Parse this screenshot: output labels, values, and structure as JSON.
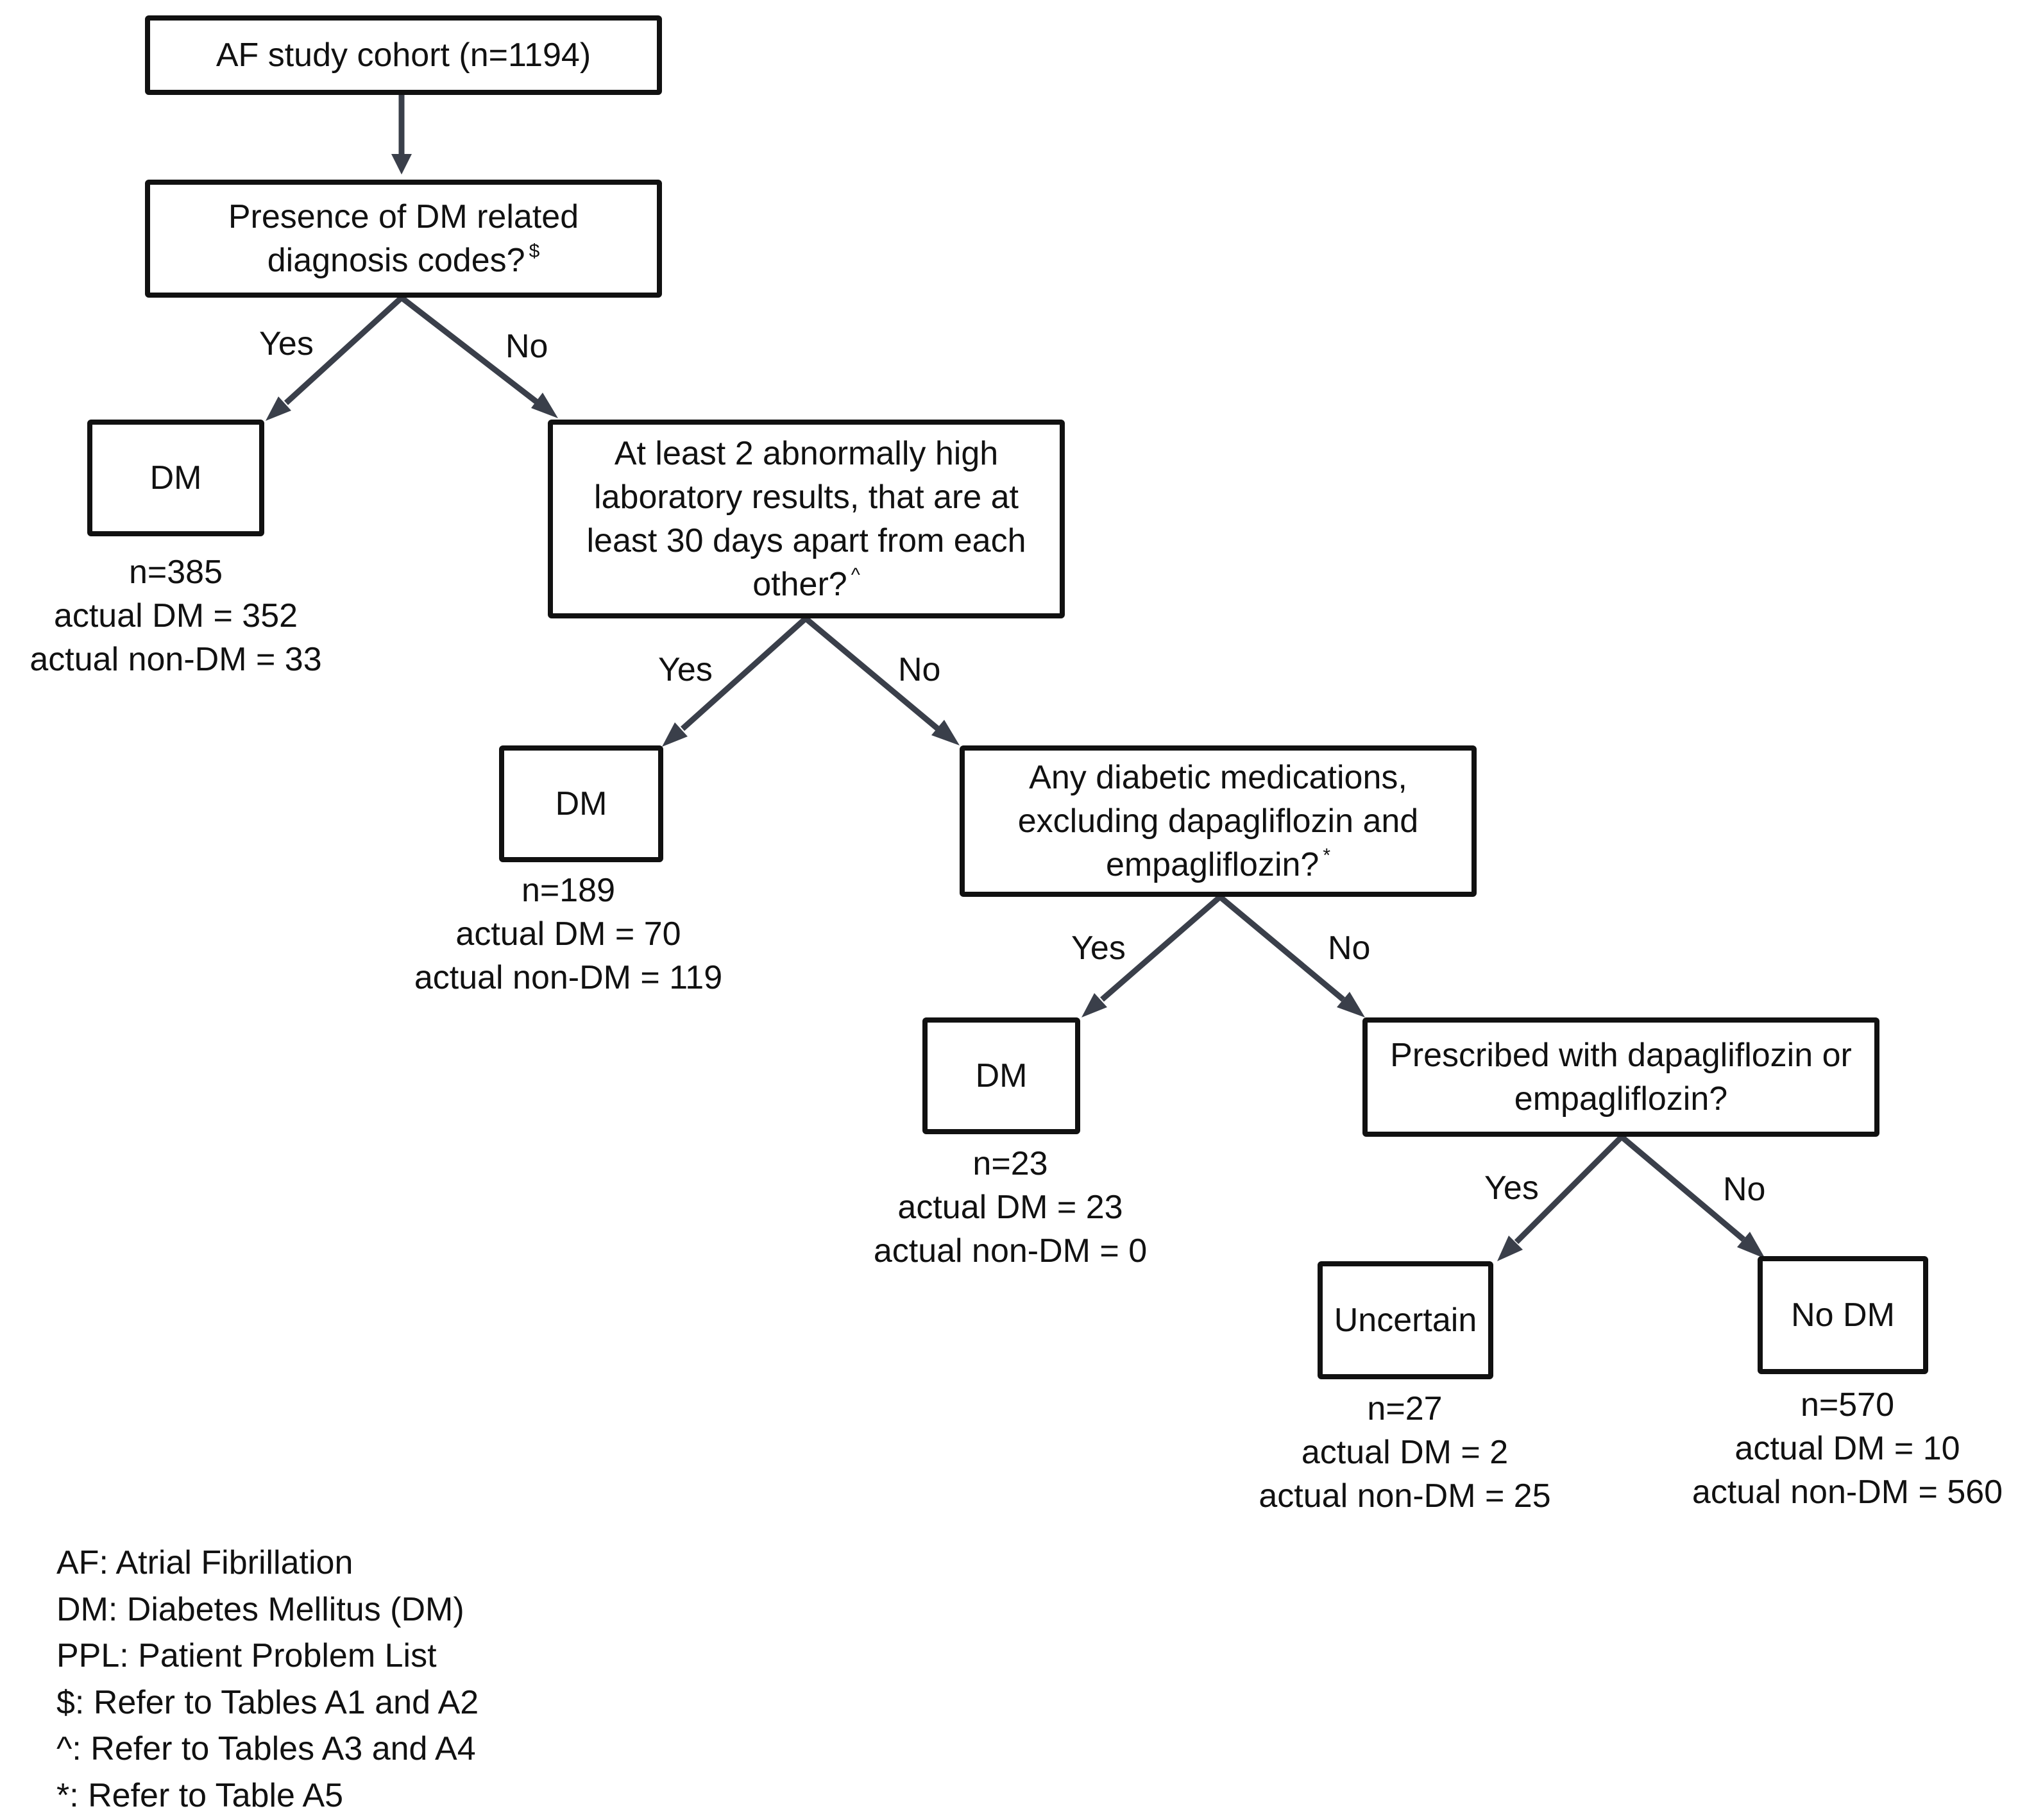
{
  "nodes": {
    "cohort": {
      "label": "AF study cohort (n=1194)"
    },
    "q1": {
      "label": "Presence of DM related diagnosis codes?",
      "mark": "$"
    },
    "q2": {
      "label": "At least 2 abnormally high laboratory results, that are at least 30 days apart from each other?",
      "mark": "^"
    },
    "q3": {
      "label": "Any diabetic medications, excluding dapagliflozin and empagliflozin?",
      "mark": "*"
    },
    "q4": {
      "label": "Prescribed with dapagliflozin or empagliflozin?"
    },
    "dm1": {
      "label": "DM",
      "n": "n=385",
      "actual_dm": "actual DM = 352",
      "actual_non_dm": "actual non-DM = 33"
    },
    "dm2": {
      "label": "DM",
      "n": "n=189",
      "actual_dm": "actual DM = 70",
      "actual_non_dm": "actual non-DM = 119"
    },
    "dm3": {
      "label": "DM",
      "n": "n=23",
      "actual_dm": "actual DM = 23",
      "actual_non_dm": "actual non-DM = 0"
    },
    "uncertain": {
      "label": "Uncertain",
      "n": "n=27",
      "actual_dm": "actual DM = 2",
      "actual_non_dm": "actual non-DM = 25"
    },
    "nodm": {
      "label": "No DM",
      "n": "n=570",
      "actual_dm": "actual DM = 10",
      "actual_non_dm": "actual non-DM = 560"
    }
  },
  "edges": {
    "yes": "Yes",
    "no": "No"
  },
  "legend": [
    "AF: Atrial Fibrillation",
    "DM: Diabetes Mellitus (DM)",
    "PPL: Patient Problem List",
    "$: Refer to Tables A1 and A2",
    "^: Refer to Tables A3 and A4",
    "*: Refer to Table A5"
  ],
  "colors": {
    "arrow": "#3a3f4a",
    "box_border": "#111111",
    "text": "#111111"
  }
}
